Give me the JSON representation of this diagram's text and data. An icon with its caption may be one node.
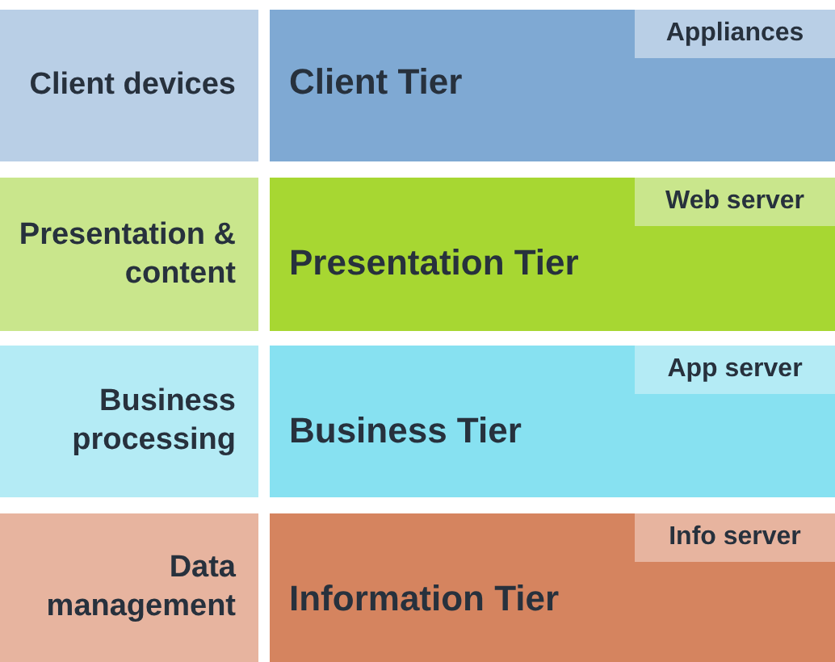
{
  "diagram": {
    "nodes": [
      {
        "text": [
          "Client devices"
        ]
      },
      {
        "text": [
          "Client Tier"
        ]
      },
      {
        "text": [
          "Appliances"
        ],
        "in": 1
      },
      {
        "text": [
          "Presentation & content"
        ]
      },
      {
        "text": [
          "Presentation Tier"
        ]
      },
      {
        "text": [
          "Web server"
        ],
        "in": 4
      },
      {
        "text": [
          "Business processing"
        ]
      },
      {
        "text": [
          "Business Tier"
        ]
      },
      {
        "text": [
          "App server"
        ],
        "in": 7
      },
      {
        "text": [
          "Data management"
        ]
      },
      {
        "text": [
          "Information Tier"
        ]
      },
      {
        "text": [
          "Info server"
        ],
        "in": 10
      }
    ],
    "edges": []
  }
}
